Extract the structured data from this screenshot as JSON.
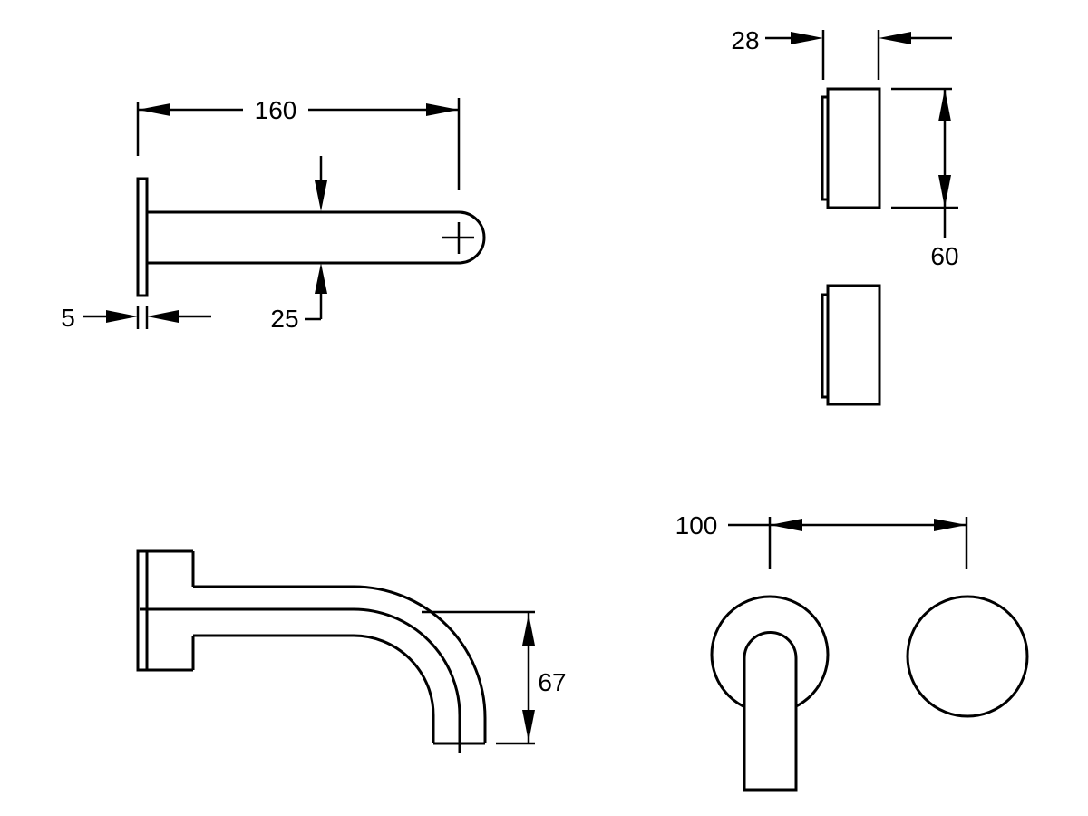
{
  "diagram": {
    "kind": "technical-dimension-drawing",
    "colors": {
      "line": "#000000",
      "background": "#ffffff"
    },
    "dimensions": {
      "spout_length": "160",
      "spout_diameter": "25",
      "wall_plate_thickness": "5",
      "handle_depth": "28",
      "handle_diameter": "60",
      "spout_drop": "67",
      "center_distance": "100"
    }
  }
}
